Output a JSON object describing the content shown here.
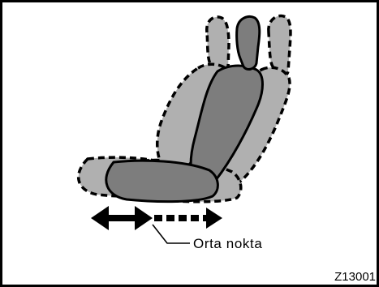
{
  "figure": {
    "callout_label": "Orta nokta",
    "figure_code": "Z13001",
    "icons": {
      "seat_rear_ghost": "seat-outline-rear-position",
      "seat_front_ghost": "seat-outline-front-position",
      "seat_current": "seat-current-position",
      "solid_arrow": "double-headed-arrow-icon",
      "dashed_arrow": "dashed-arrow-right-icon"
    },
    "colors": {
      "ghost_fill": "#b0b0b0",
      "seat_fill": "#7d7d7d",
      "outline": "#000000",
      "background": "#ffffff"
    }
  }
}
